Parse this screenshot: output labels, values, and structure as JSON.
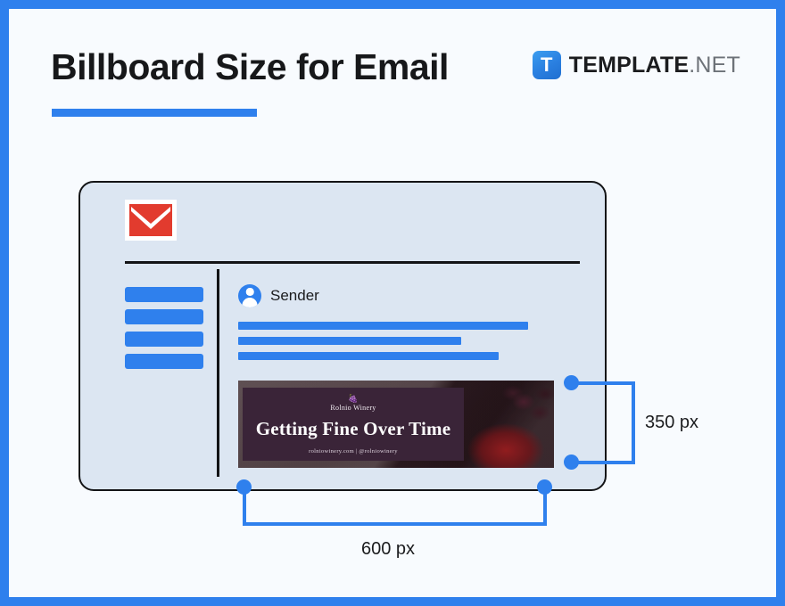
{
  "page": {
    "title": "Billboard Size for Email",
    "border_color": "#2f80ed",
    "background_color": "#f8fbfe",
    "accent_color": "#2f80ed"
  },
  "brand": {
    "mark_letter": "T",
    "name_main": "TEMPLATE",
    "name_tld": ".NET",
    "mark_icon": "template-logo-icon"
  },
  "email_mockup": {
    "app_icon": "gmail-envelope-icon",
    "sidebar_items": [
      "",
      "",
      "",
      ""
    ],
    "sender": {
      "avatar_icon": "user-avatar-icon",
      "label": "Sender"
    },
    "content_lines": [
      "",
      "",
      ""
    ],
    "banner": {
      "grape_icon": "grape-cluster-icon",
      "winery_name": "Rolnio Winery",
      "headline": "Getting Fine Over Time",
      "footer": "rolniowinery.com  |  @rolniowinery",
      "overlay_color": "#3a2438",
      "photo_description": "wine-bottle-glass-grapes-photo"
    }
  },
  "measurements": {
    "height_label": "350 px",
    "width_label": "600 px",
    "marker_color": "#2f80ed"
  }
}
